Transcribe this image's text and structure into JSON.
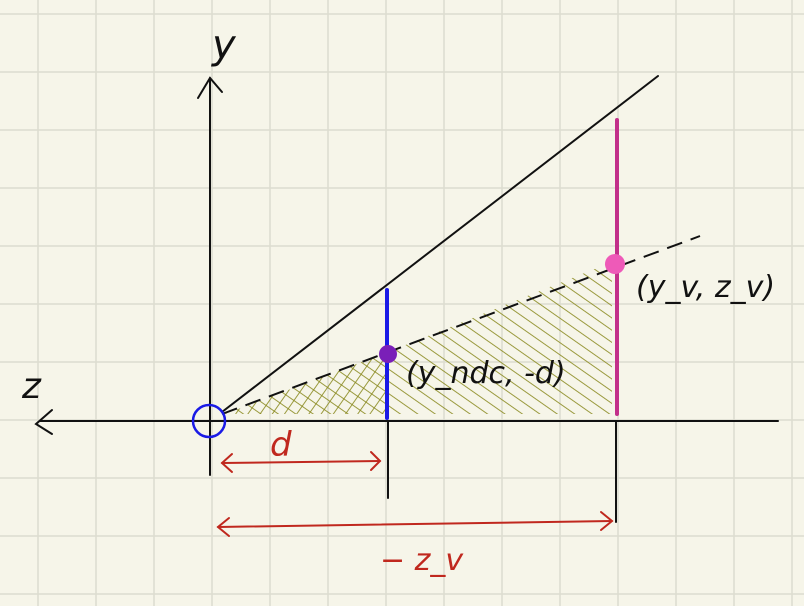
{
  "labels": {
    "y_axis": "y",
    "z_axis": "z",
    "near_point": "(y_ndc, -d)",
    "far_point": "(y_v, z_v)",
    "near_distance": "d",
    "far_distance": "− z_v"
  },
  "colors": {
    "background": "#f6f5e9",
    "grid": "#dcdccf",
    "ink": "#111111",
    "near_plane": "#1a1ae6",
    "near_point": "#7a1fb8",
    "far_line": "#c2308a",
    "far_point": "#ee5ab8",
    "origin_circle": "#1a1ae6",
    "hatch": "#8a8a20",
    "dimension": "#c0281e"
  }
}
